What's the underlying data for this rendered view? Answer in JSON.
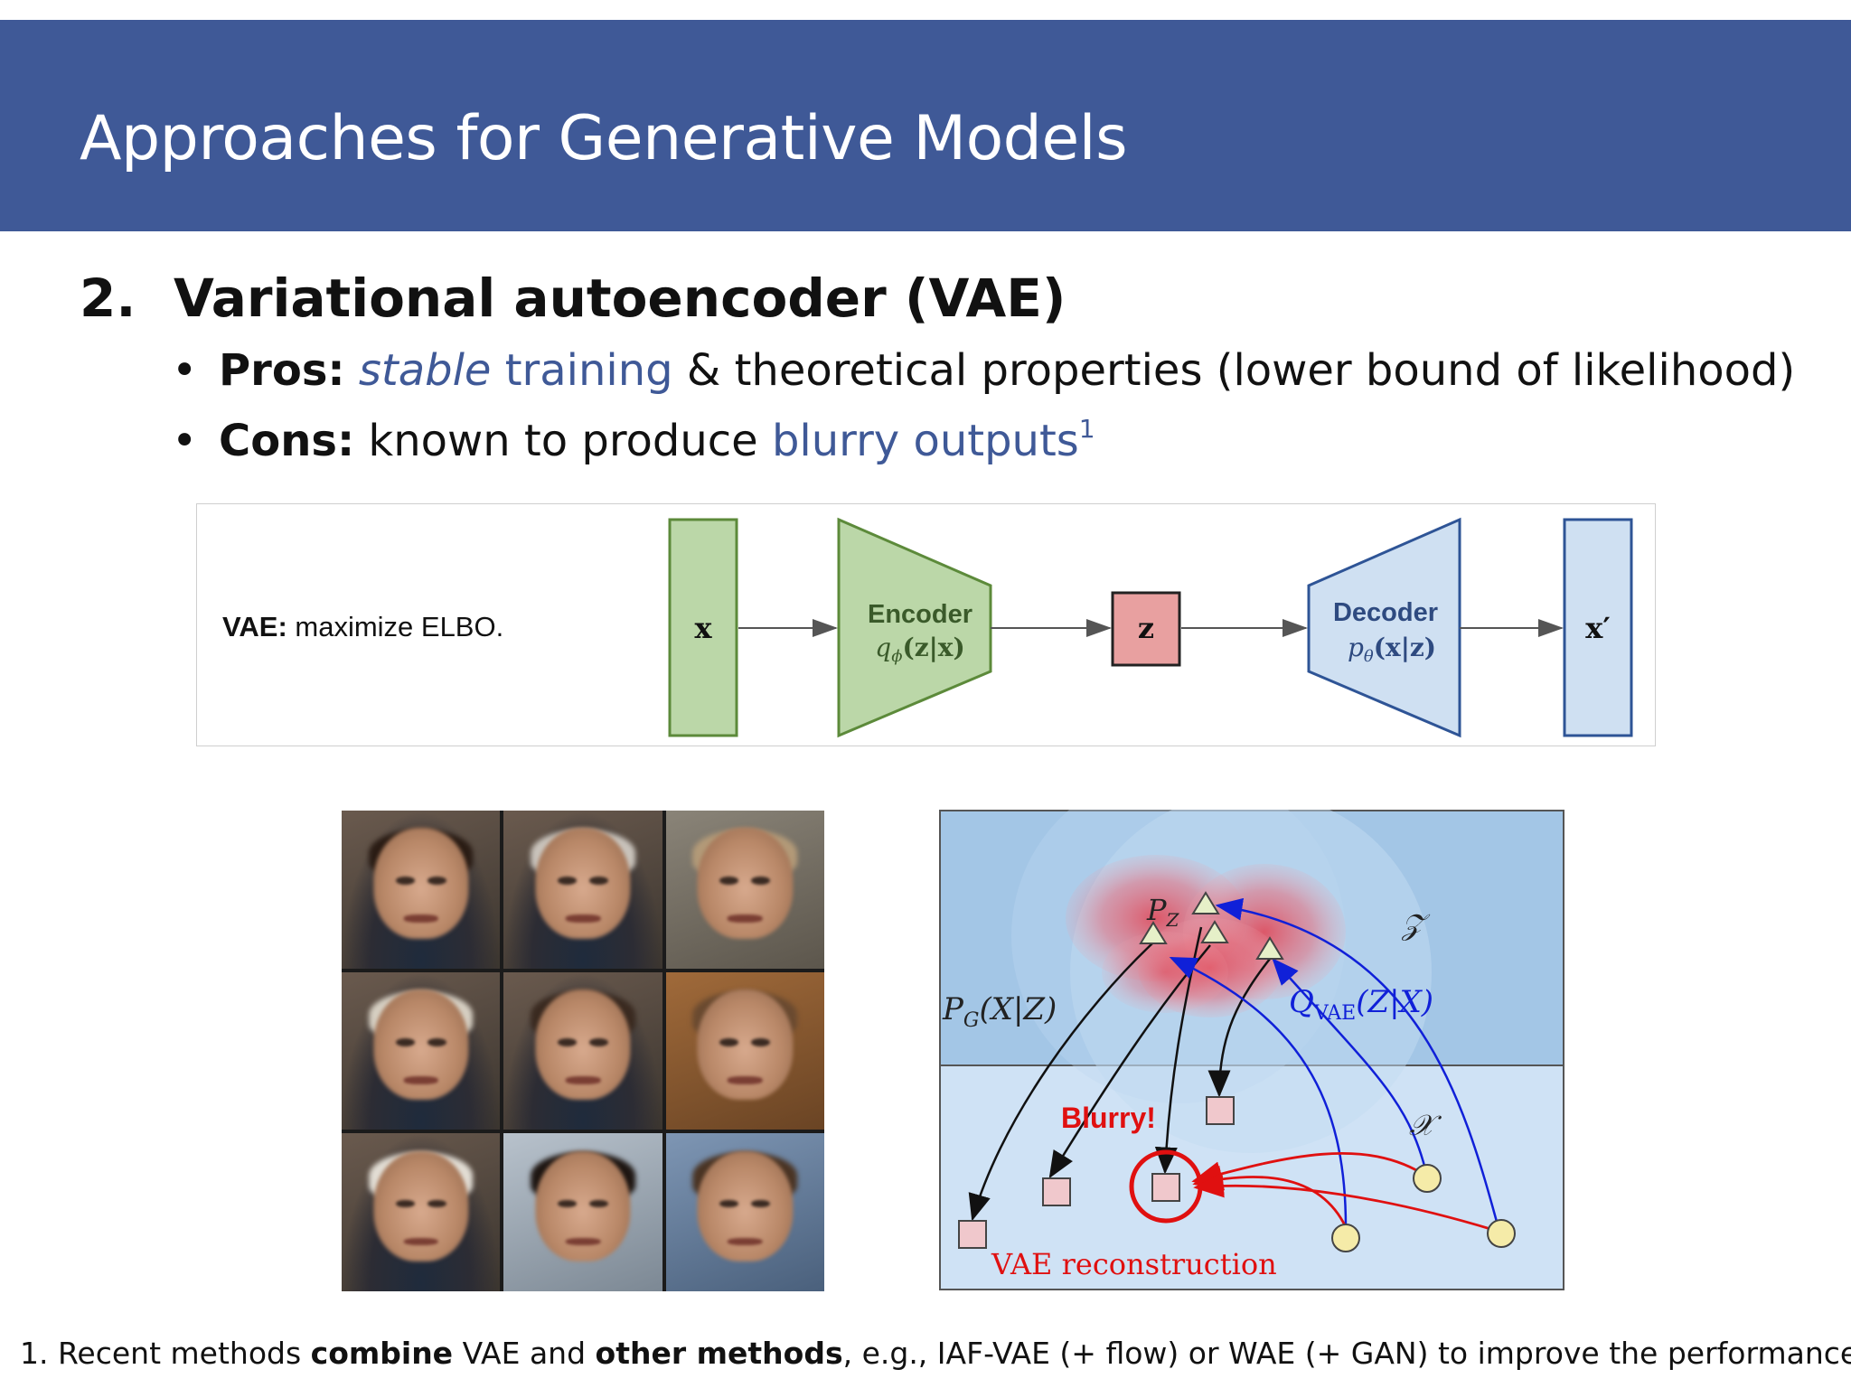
{
  "slide": {
    "title": "Approaches for Generative Models",
    "heading_number": "2.",
    "heading_text": "Variational autoencoder (VAE)",
    "pros": {
      "label": "Pros:",
      "stable": "stable",
      "training": " training",
      "rest": " & theoretical properties (lower bound of likelihood)"
    },
    "cons": {
      "label": "Cons:",
      "text": " known to produce ",
      "blurry": "blurry outputs",
      "sup": "1"
    },
    "footnote": {
      "a": "1. Recent methods ",
      "b": "combine",
      "c": " VAE and ",
      "d": "other methods",
      "e": ", e.g., IAF-VAE (+ flow) or WAE (+ GAN) to improve the performance"
    }
  },
  "vae_diagram": {
    "label_bold": "VAE:",
    "label_rest": " maximize ELBO.",
    "input": "x",
    "encoder_title": "Encoder",
    "encoder_formula": "q",
    "encoder_sub": "ϕ",
    "encoder_args": "(z|x)",
    "latent": "z",
    "decoder_title": "Decoder",
    "decoder_formula": "p",
    "decoder_sub": "θ",
    "decoder_args": "(x|z)",
    "output": "x′"
  },
  "recon_diagram": {
    "pz": "P",
    "pz_sub": "Z",
    "z_space": "𝒵",
    "pg": "P",
    "pg_sub": "G",
    "pg_args": "(X|Z)",
    "q": "Q",
    "q_sub": "VAE",
    "q_args": "(Z|X)",
    "x_space": "𝒳",
    "blurry": "Blurry!",
    "caption": "VAE reconstruction"
  },
  "colors": {
    "title_bar": "#3f5997",
    "accent_blue": "#3f5997",
    "encoder_fill": "#bbd7a8",
    "encoder_stroke": "#5c8a3a",
    "decoder_fill": "#cfe0f2",
    "decoder_stroke": "#2e5496",
    "latent_fill": "#e8a0a0",
    "z_region": "#a3c6e6",
    "x_region": "#cfe2f5",
    "red": "#e01010",
    "blue_arrow": "#1020d8"
  }
}
